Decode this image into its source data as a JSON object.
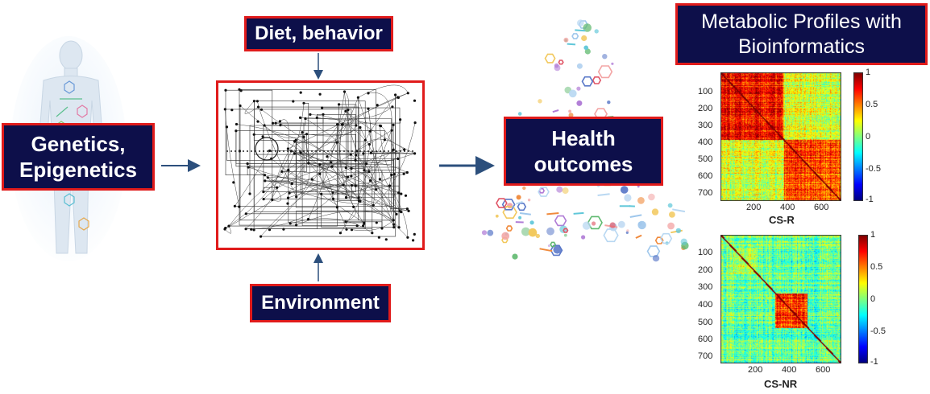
{
  "labels": {
    "genetics": [
      "Genetics,",
      "Epigenetics"
    ],
    "diet": "Diet, behavior",
    "environment": "Environment",
    "health": [
      "Health",
      "outcomes"
    ],
    "metabolic": [
      "Metabolic Profiles with",
      "Bioinformatics"
    ]
  },
  "heatmaps": [
    {
      "title": "CS-R",
      "x_ticks": [
        "200",
        "400",
        "600"
      ],
      "y_ticks": [
        "100",
        "200",
        "300",
        "400",
        "500",
        "600",
        "700"
      ],
      "colorbar_ticks": [
        "1",
        "0.5",
        "0",
        "-0.5",
        "-1"
      ]
    },
    {
      "title": "CS-NR",
      "x_ticks": [
        "200",
        "400",
        "600"
      ],
      "y_ticks": [
        "100",
        "200",
        "300",
        "400",
        "500",
        "600",
        "700"
      ],
      "colorbar_ticks": [
        "1",
        "0.5",
        "0",
        "-0.5",
        "-1"
      ]
    }
  ],
  "colors": {
    "box_fill": "#0d0f4a",
    "box_border": "#e01b1b",
    "arrow": "#2c4f7c"
  }
}
